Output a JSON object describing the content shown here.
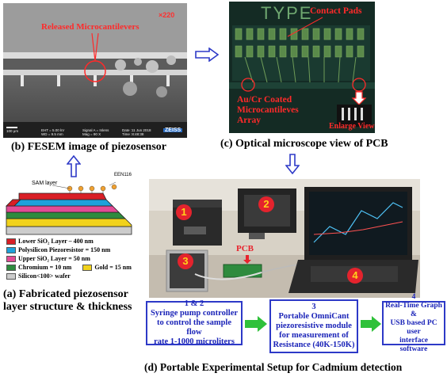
{
  "fesem": {
    "caption": "(b) FESEM image of piezosensor",
    "label": "Released Microcantilevers",
    "scale_tag": "×220",
    "info": [
      "100 μm",
      "EHT = 5.00 kV",
      "WD = 9.5 mm",
      "Signal A = Inlens",
      "Mag = 90 X",
      "Date :11 Jun 2018",
      "Time :8:48:38",
      "ZEISS"
    ]
  },
  "optical": {
    "caption": "(c) Optical microscope view of PCB",
    "type_text": "TYPE",
    "contact_label": "Contact Pads",
    "coated_label": [
      "Au/Cr Coated",
      "Microcantileves",
      "Array"
    ],
    "enlarge_label": "Enlarge View"
  },
  "layers": {
    "caption_line1": "(a) Fabricated piezosensor",
    "caption_line2": "layer structure & thickness",
    "sam_label": "SAM layer",
    "top_label": "EEN116",
    "legend": [
      {
        "text": "Lower SiO₂ Layer – 400 nm",
        "color": "#d81f26"
      },
      {
        "text": "Polysilicon Piezoresistor = 150 nm",
        "color": "#1da1db"
      },
      {
        "text": "Upper SiO₂ Layer = 50 nm",
        "color": "#e24b95"
      },
      {
        "text": "Chromium = 10 nm",
        "color": "#2e8b3e",
        "text2": "Gold = 15 nm",
        "color2": "#f1d21c"
      },
      {
        "text": "Silicon<100> wafer",
        "color": "#cccccc"
      }
    ]
  },
  "setup": {
    "caption": "(d) Portable Experimental Setup for Cadmium detection",
    "pcb_label": "PCB",
    "markers": [
      "1",
      "2",
      "3",
      "4"
    ],
    "boxes": [
      {
        "title": "1 & 2",
        "lines": [
          "Syringe pump controller",
          "to control the sample flow",
          "rate 1-1000 microliters"
        ]
      },
      {
        "title": "3",
        "lines": [
          "Portable OmniCant",
          "piezoresistive module",
          "for measurement of",
          "Resistance (40K-150K)"
        ]
      },
      {
        "title": "4",
        "lines": [
          "Real-Time Graph &",
          "USB based PC user",
          "interface software"
        ]
      }
    ]
  },
  "colors": {
    "arrow_blue": "#2d39c7",
    "flow_green": "#2fc13a",
    "label_red": "#ff2a2a"
  }
}
